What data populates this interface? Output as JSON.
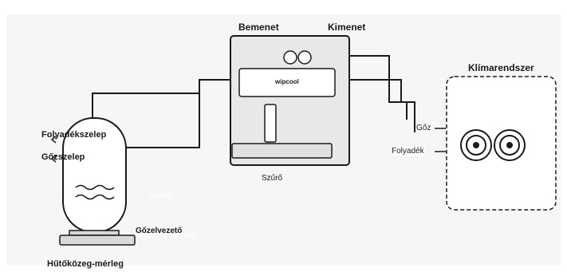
{
  "labels": {
    "bemenet": "Bemenet",
    "kimenet": "Kimenet",
    "klima": "Klímarendszer",
    "wipcool": "wipcool",
    "szuro": "Szűrő",
    "goz": "Gőz",
    "folyadek": "Folyadék",
    "folyadekszelep": "Folyadékszelep",
    "gozszelep": "Gőzszelep",
    "tartaly": "Tartály",
    "gozelvezeto": "Gőzelvezető",
    "gozelvezeto_ghost": "Gőzelvezető",
    "hutokozeg_merleg": "Hűtőközeg-mérleg"
  },
  "colors": {
    "line": "#1a1a1a",
    "machine_fill": "#e8e8e8",
    "machine_top_fill": "#ededed",
    "tank_fill": "#ffffff",
    "scale_fill": "#d9d9d9",
    "panel_bg": "#f6f6f6",
    "ghost_text": "#ffffff"
  },
  "icons": {
    "knobs": "dual-knob-icon",
    "ports": "double-port-icon",
    "waves": "liquid-wave-icon"
  }
}
